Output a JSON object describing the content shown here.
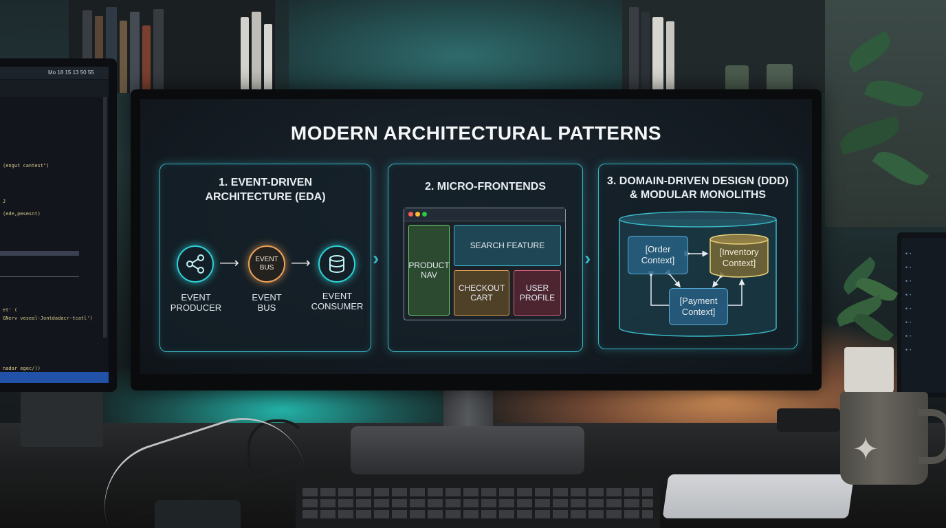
{
  "slide": {
    "title": "MODERN ARCHITECTURAL PATTERNS",
    "panels": [
      {
        "title_line1": "1. EVENT-DRIVEN",
        "title_line2": "ARCHITECTURE (EDA)",
        "producer_label_1": "EVENT",
        "producer_label_2": "PRODUCER",
        "bus_inner_1": "EVENT",
        "bus_inner_2": "BUS",
        "bus_label_1": "EVENT",
        "bus_label_2": "BUS",
        "consumer_label_1": "EVENT",
        "consumer_label_2": "CONSUMER"
      },
      {
        "title_line1": "2. MICRO-FRONTENDS",
        "product_nav_1": "PRODUCT",
        "product_nav_2": "NAV",
        "search_feature": "SEARCH FEATURE",
        "checkout_1": "CHECKOUT",
        "checkout_2": "CART",
        "profile_1": "USER",
        "profile_2": "PROFILE"
      },
      {
        "title_line1": "3. DOMAIN-DRIVEN DESIGN (DDD)",
        "title_line2": "& MODULAR MONOLITHS",
        "order_1": "[Order",
        "order_2": "Context]",
        "inventory_1": "[Inventory",
        "inventory_2": "Context]",
        "payment_1": "[Payment",
        "payment_2": "Context]"
      }
    ]
  },
  "left_monitor": {
    "menubar_text": "Mo 18 15  13 50 55",
    "code_lines": [
      "(engut cantest\")",
      "J",
      "(ede,pesesnt)",
      "et' (",
      "GNerv veseal-Jontdadacr-tcatl')",
      "nadar egec/))"
    ]
  },
  "colors": {
    "accent": "#39b7c4",
    "producer": "#2fd3d8",
    "bus": "#f0a35a",
    "product_nav": "#6bd26b",
    "search": "#3ab8d0",
    "checkout": "#e0a050",
    "profile": "#d6607a",
    "inventory": "#e9d27a"
  }
}
